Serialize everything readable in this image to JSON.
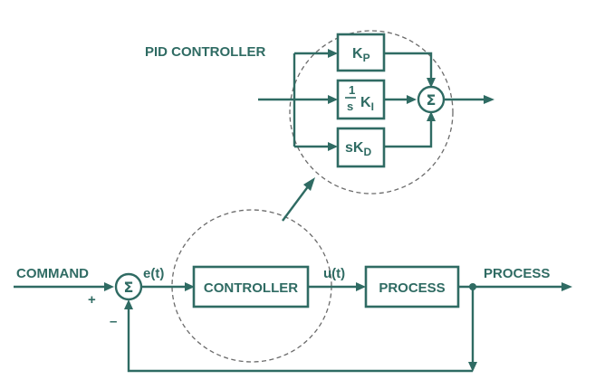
{
  "pid_title": "PID CONTROLLER",
  "signals": {
    "command": "COMMAND",
    "plus": "+",
    "minus": "–",
    "error": "e(t)",
    "control": "u(t)",
    "output": "PROCESS"
  },
  "blocks": {
    "controller": "CONTROLLER",
    "process": "PROCESS",
    "kp_main": "K",
    "kp_sub": "P",
    "ki_num": "1",
    "ki_den": "s",
    "ki_main": "K",
    "ki_sub": "I",
    "kd_main": "sK",
    "kd_sub": "D"
  },
  "summing_symbol": "Σ",
  "colors": {
    "line": "#2f6b63",
    "dashed_outline": "#6b6b6b",
    "background": "#ffffff"
  }
}
